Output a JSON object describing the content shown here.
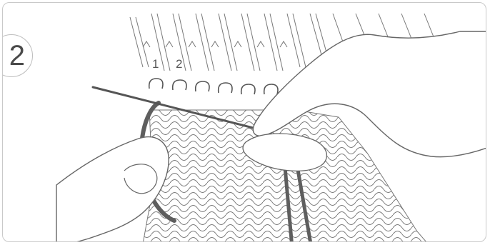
{
  "step": {
    "number": "2"
  },
  "needle_labels": [
    "1",
    "2"
  ],
  "colors": {
    "frame": "#c9c9c9",
    "line_art": "#6a6a6a",
    "yarn": "#5e5e5e",
    "background": "#ffffff"
  },
  "icons": [
    "step-number-badge",
    "hand-left",
    "hand-right",
    "transfer-tool",
    "yarn-strand"
  ]
}
